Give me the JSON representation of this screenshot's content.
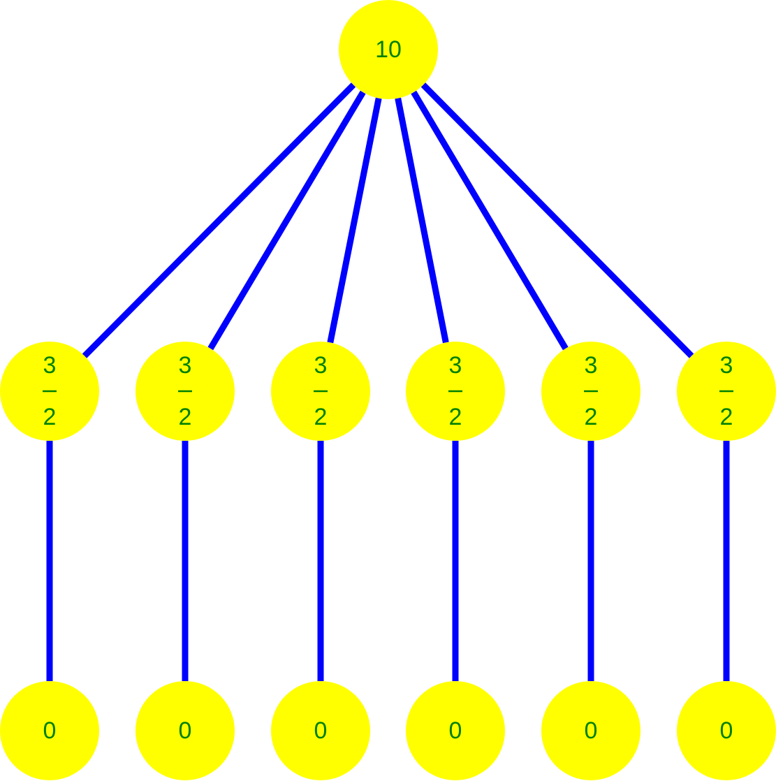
{
  "colors": {
    "node_fill": "#ffff00",
    "edge": "#0000ff",
    "label": "#008000",
    "background": "#ffffff"
  },
  "tree": {
    "root": {
      "label": "10"
    },
    "middle": [
      {
        "numerator": "3",
        "denominator": "2"
      },
      {
        "numerator": "3",
        "denominator": "2"
      },
      {
        "numerator": "3",
        "denominator": "2"
      },
      {
        "numerator": "3",
        "denominator": "2"
      },
      {
        "numerator": "3",
        "denominator": "2"
      },
      {
        "numerator": "3",
        "denominator": "2"
      }
    ],
    "leaves": [
      {
        "label": "0"
      },
      {
        "label": "0"
      },
      {
        "label": "0"
      },
      {
        "label": "0"
      },
      {
        "label": "0"
      },
      {
        "label": "0"
      }
    ]
  }
}
